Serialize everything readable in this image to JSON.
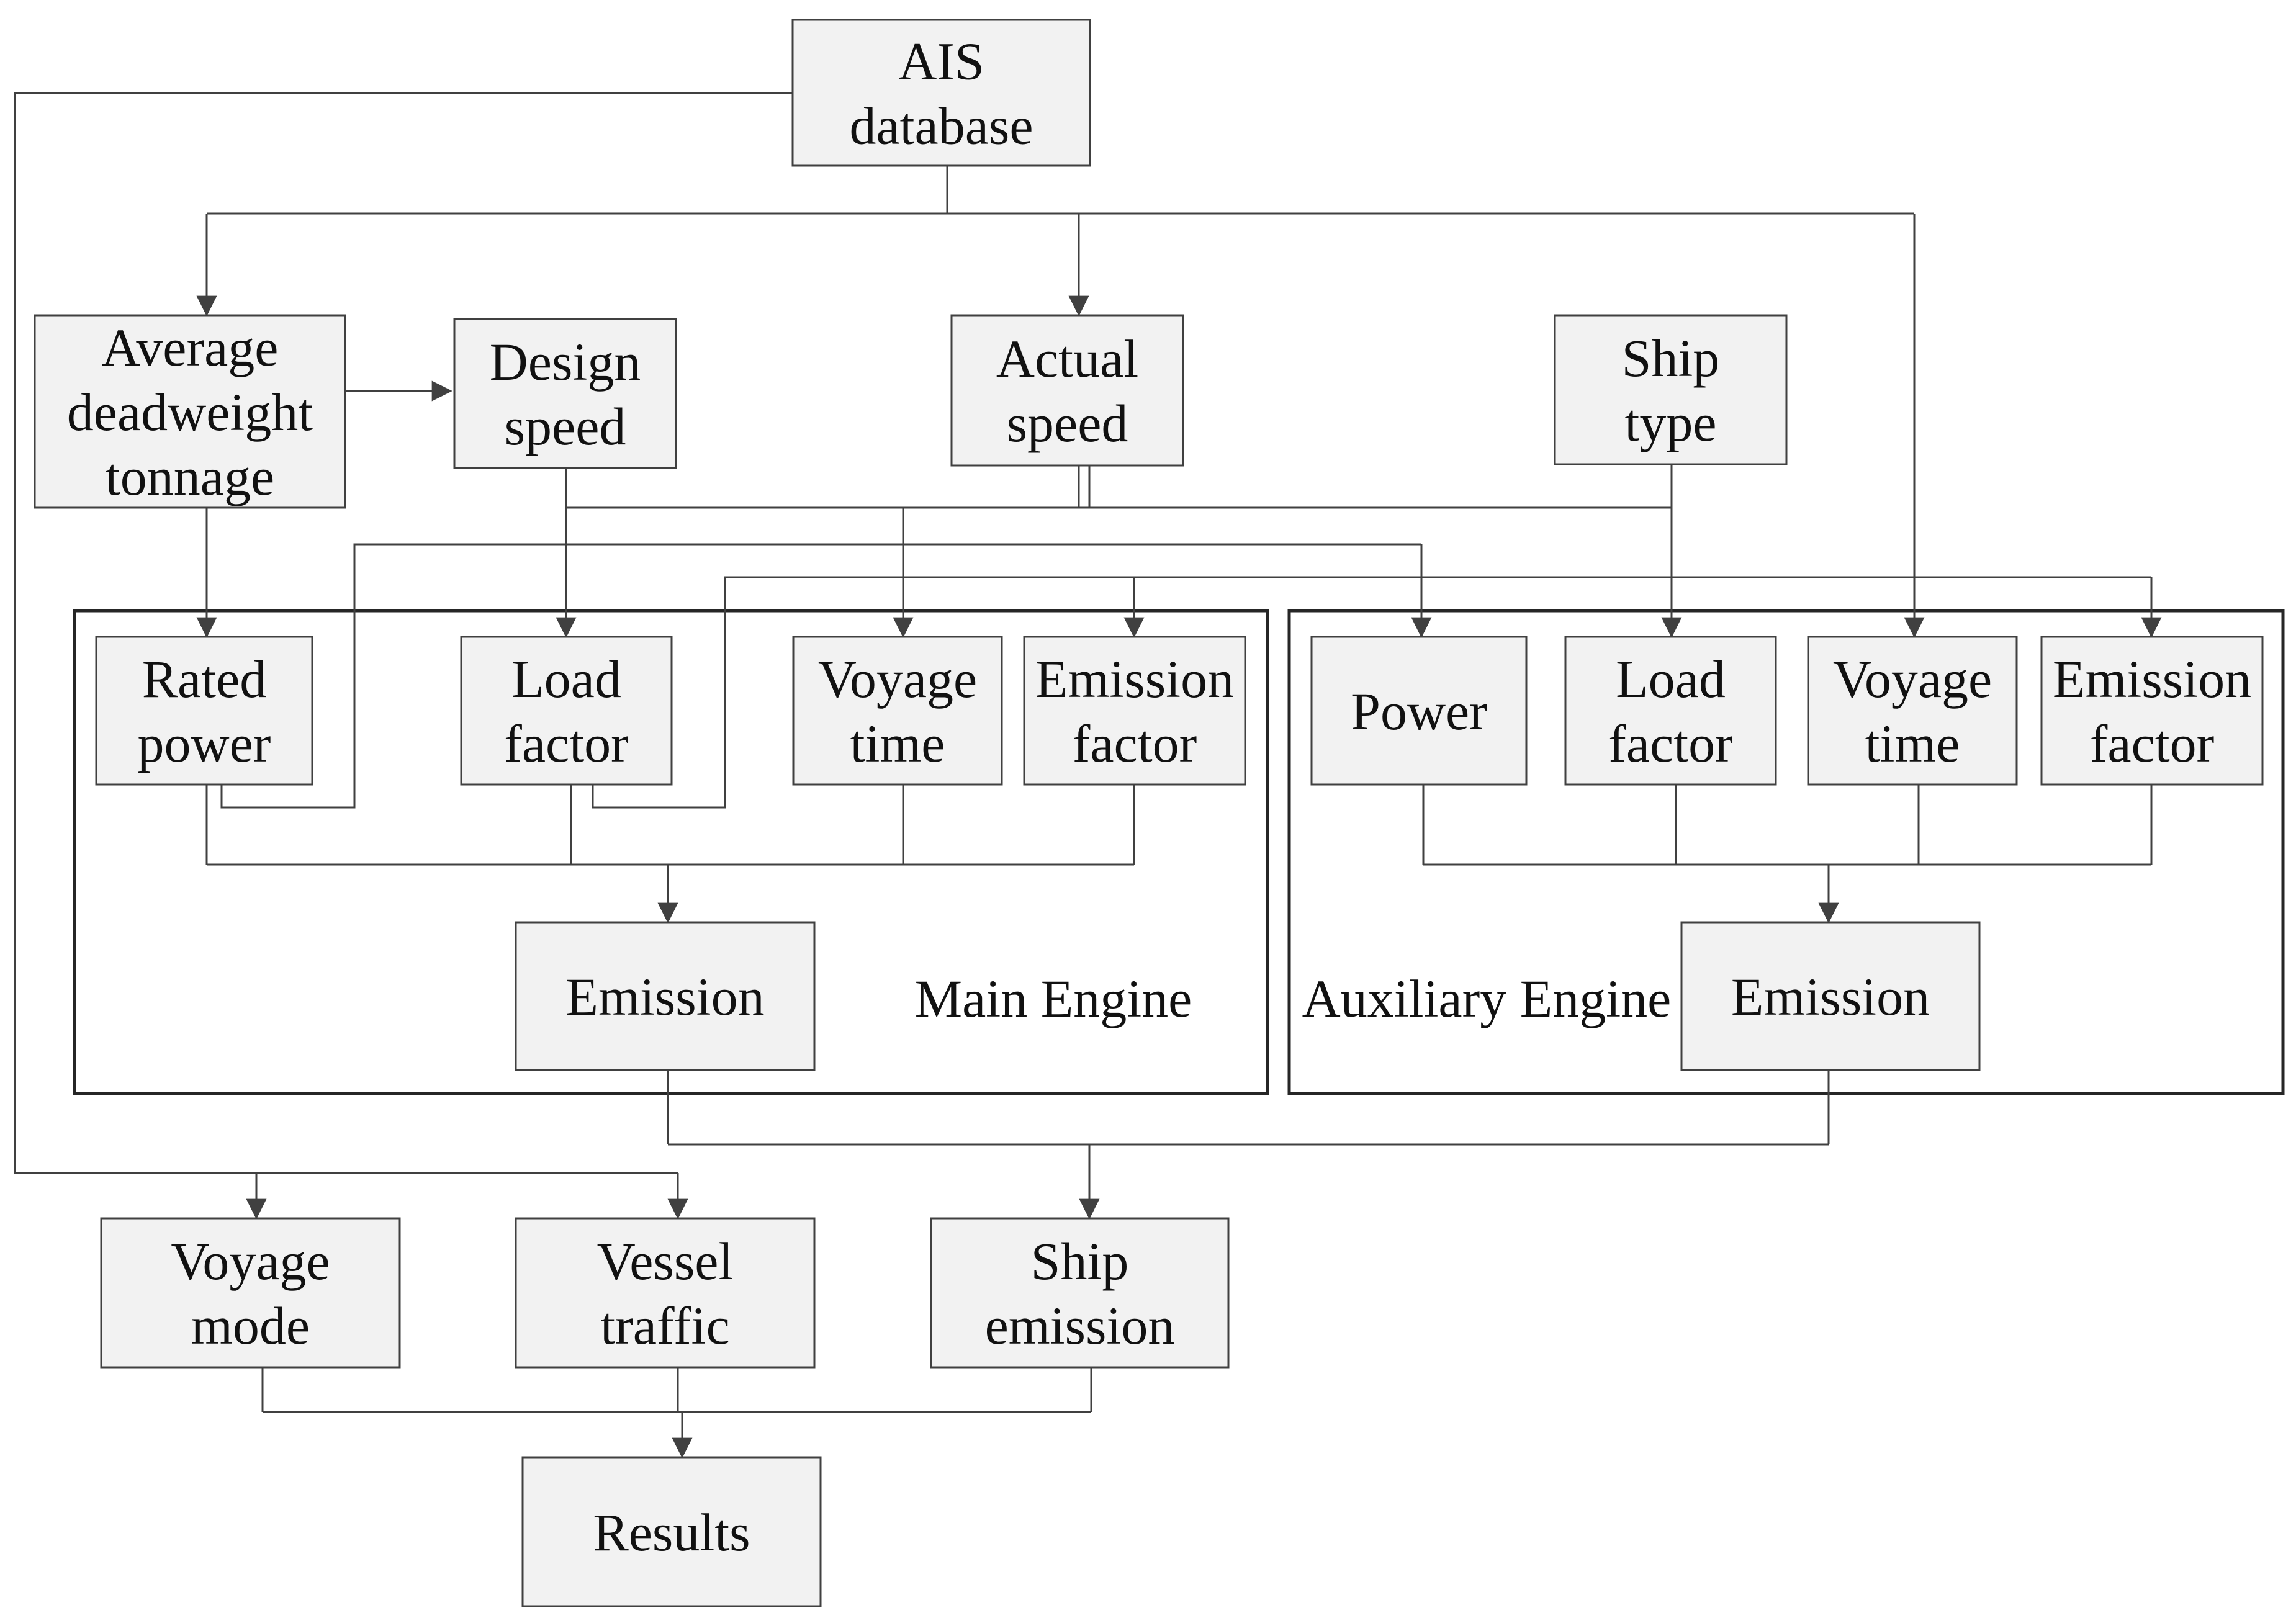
{
  "nodes": {
    "ais_database": [
      "AIS",
      "database"
    ],
    "avg_dwt": [
      "Average",
      "deadweight",
      "tonnage"
    ],
    "design_speed": [
      "Design",
      "speed"
    ],
    "actual_speed": [
      "Actual",
      "speed"
    ],
    "ship_type": [
      "Ship",
      "type"
    ],
    "me_rated_power": [
      "Rated",
      "power"
    ],
    "me_load_factor": [
      "Load",
      "factor"
    ],
    "me_voyage_time": [
      "Voyage",
      "time"
    ],
    "me_emission_factor": [
      "Emission",
      "factor"
    ],
    "me_emission": [
      "Emission"
    ],
    "ae_power": [
      "Power"
    ],
    "ae_load_factor": [
      "Load",
      "factor"
    ],
    "ae_voyage_time": [
      "Voyage",
      "time"
    ],
    "ae_emission_factor": [
      "Emission",
      "factor"
    ],
    "ae_emission": [
      "Emission"
    ],
    "voyage_mode": [
      "Voyage",
      "mode"
    ],
    "vessel_traffic": [
      "Vessel",
      "traffic"
    ],
    "ship_emission": [
      "Ship",
      "emission"
    ],
    "results": [
      "Results"
    ]
  },
  "groups": {
    "main_engine": "Main Engine",
    "auxiliary_engine": "Auxiliary Engine"
  }
}
